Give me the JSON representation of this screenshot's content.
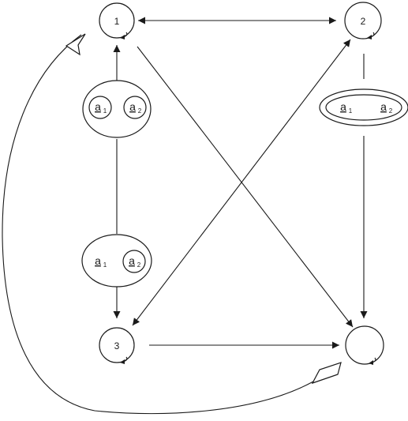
{
  "states": {
    "s1": {
      "label": "1"
    },
    "s2": {
      "label": "2"
    },
    "s3": {
      "label": "3"
    },
    "s4": {
      "label": ""
    }
  },
  "actions": {
    "left_top": {
      "a1": "a",
      "a1_sub": "1",
      "a2": "a",
      "a2_sub": "2"
    },
    "left_bottom": {
      "a1": "a",
      "a1_sub": "1",
      "a2": "a",
      "a2_sub": "2"
    },
    "right": {
      "a1": "a",
      "a1_sub": "1",
      "a2": "a",
      "a2_sub": "2"
    }
  },
  "colors": {
    "stroke": "#1a1a1a",
    "background": "#ffffff"
  }
}
